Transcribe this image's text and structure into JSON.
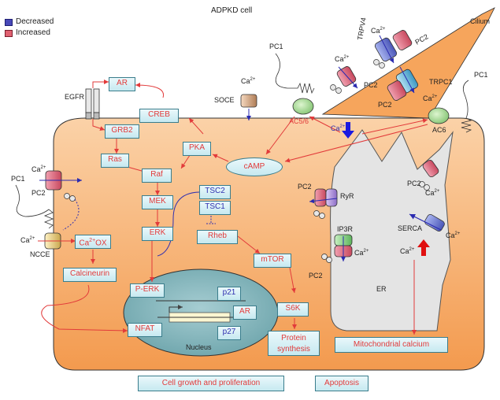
{
  "title": "ADPKD cell",
  "legend": {
    "decreased": "Decreased",
    "increased": "Increased",
    "decreased_color": "#3a3aa8",
    "increased_color": "#e05a6a"
  },
  "colors": {
    "cytoplasm": "#f5a15a",
    "nucleus": "#7fb2b8",
    "er": "#e4e4e4",
    "arrow": "#e23a3a",
    "box_border": "#3a7d8c"
  },
  "boxes": {
    "ar_top": "AR",
    "creb": "CREB",
    "grb2": "GRB2",
    "pka": "PKA",
    "ras": "Ras",
    "raf": "Raf",
    "mek": "MEK",
    "tsc2": "TSC2",
    "tsc1": "TSC1",
    "erk": "ERK",
    "rheb": "Rheb",
    "mtor": "mTOR",
    "calcineurin": "Calcineurin",
    "perk": "P-ERK",
    "p21": "p21",
    "ar_nuc": "AR",
    "p27": "p27",
    "nfat": "NFAT",
    "s6k": "S6K",
    "protein_synthesis": [
      "Protein",
      "synthesis"
    ],
    "mito_calcium": "Mitochondrial calcium",
    "cell_growth": "Cell growth and proliferation",
    "apoptosis": "Apoptosis",
    "ca_ox_main": "Ca",
    "ca_ox_sup": "2+",
    "ca_ox_suffix": "OX"
  },
  "labels": {
    "cilium": "Cilium",
    "pc1_top": "PC1",
    "pc1_right": "PC1",
    "pc1_left": "PC1",
    "pc2_left": "PC2",
    "pc2_cilium_a": "PC2",
    "pc2_cilium_b": "PC2",
    "pc2_cilium_c": "PC2",
    "pc2_ryr": "PC2",
    "pc2_ip3r": "PC2",
    "pc2_er_right": "PC2",
    "trpv4": "TRPV4",
    "trpc1": "TRPC1",
    "ryr": "RyR",
    "ip3r": "IP3R",
    "serca": "SERCA",
    "egfr": "EGFR",
    "soce": "SOCE",
    "ncce": "NCCE",
    "ac56": "AC5/6",
    "ac6": "AC6",
    "camp": "cAMP",
    "nucleus": "Nucleus",
    "er": "ER",
    "ca": "Ca",
    "ca_sup": "2+"
  }
}
